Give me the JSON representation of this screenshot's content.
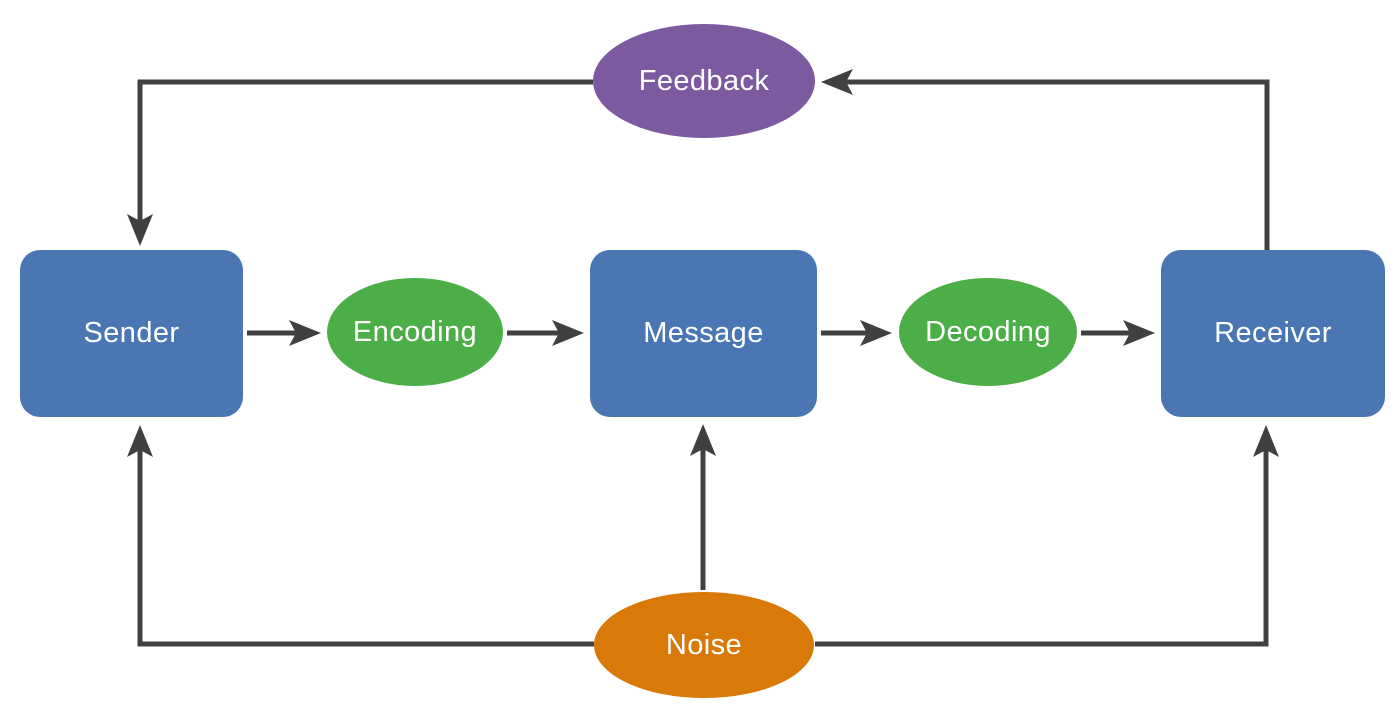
{
  "diagram": {
    "type": "flowchart",
    "nodes": {
      "sender": {
        "label": "Sender",
        "shape": "rounded-rect",
        "color_name": "blue"
      },
      "encoding": {
        "label": "Encoding",
        "shape": "ellipse",
        "color_name": "green"
      },
      "message": {
        "label": "Message",
        "shape": "rounded-rect",
        "color_name": "blue"
      },
      "decoding": {
        "label": "Decoding",
        "shape": "ellipse",
        "color_name": "green"
      },
      "receiver": {
        "label": "Receiver",
        "shape": "rounded-rect",
        "color_name": "blue"
      },
      "feedback": {
        "label": "Feedback",
        "shape": "ellipse",
        "color_name": "purple"
      },
      "noise": {
        "label": "Noise",
        "shape": "ellipse",
        "color_name": "orange"
      }
    },
    "edges": [
      {
        "from": "sender",
        "to": "encoding"
      },
      {
        "from": "encoding",
        "to": "message"
      },
      {
        "from": "message",
        "to": "decoding"
      },
      {
        "from": "decoding",
        "to": "receiver"
      },
      {
        "from": "receiver",
        "to": "feedback"
      },
      {
        "from": "feedback",
        "to": "sender"
      },
      {
        "from": "noise",
        "to": "sender"
      },
      {
        "from": "noise",
        "to": "message"
      },
      {
        "from": "noise",
        "to": "receiver"
      }
    ]
  },
  "theme": {
    "node-blue": "#4A77B4",
    "node-green": "#4CAE46",
    "node-purple": "#7C5AA0",
    "node-orange": "#D97A08",
    "arrow-color": "#3F4042",
    "label-color": "#FFFFFF",
    "background": "#FFFFFF"
  }
}
